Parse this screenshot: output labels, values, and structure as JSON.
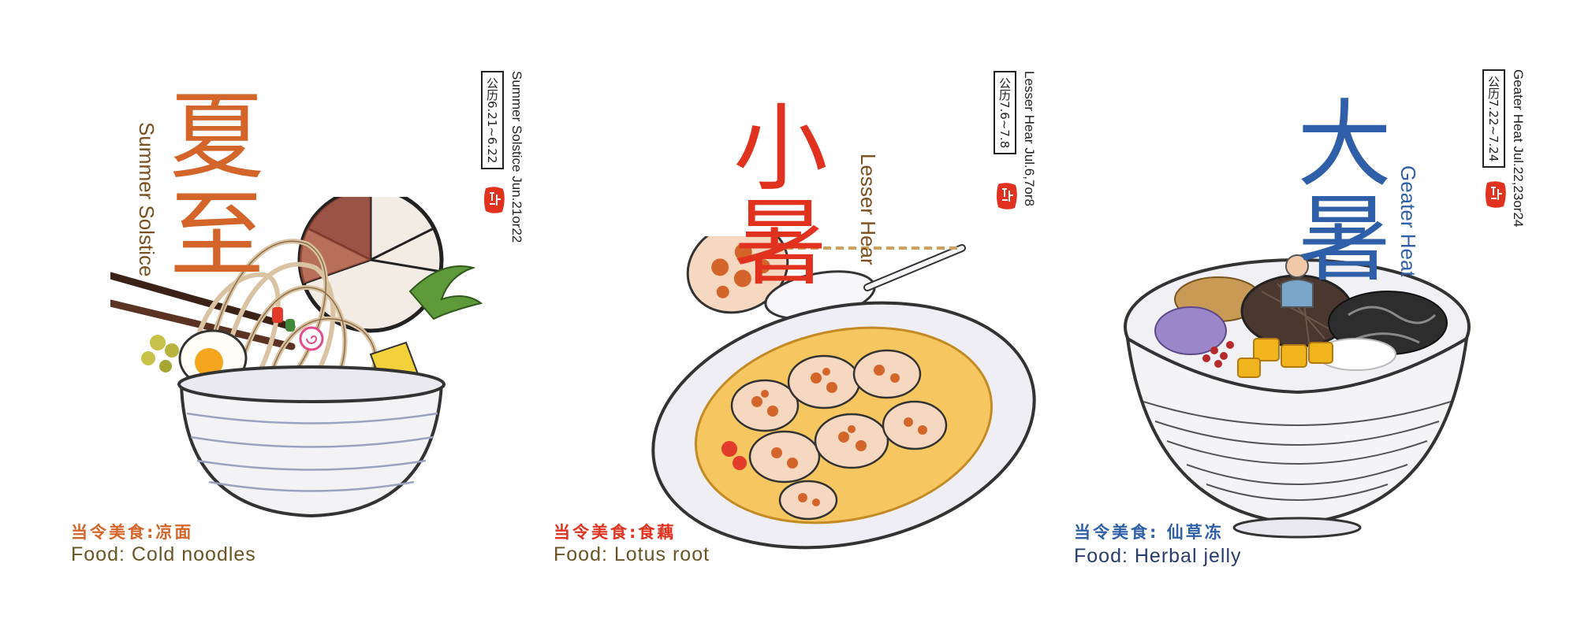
{
  "colors": {
    "orange": "#d4652a",
    "red": "#e0321f",
    "blue": "#2e5fa8",
    "olive": "#6b5423",
    "navy": "#283d6b",
    "brown": "#7a4e1e"
  },
  "panels": [
    {
      "big_chars": [
        "夏",
        "至"
      ],
      "en_vertical": "Summer Solstice",
      "date_box": "公历6.21~6.22",
      "en_date": "Summer Solstice Jun.21or22",
      "food_cn": "当令美食:凉面",
      "food_en": "Food: Cold noodles",
      "icon": "cold-noodle-bowl-illustration"
    },
    {
      "big_chars": [
        "小",
        "暑"
      ],
      "en_vertical": "Lesser Hear",
      "date_box": "公历7.6~7.8",
      "en_date": "Lesser Hear Jul.6,7or8",
      "food_cn": "当令美食:食藕",
      "food_en": "Food: Lotus root",
      "icon": "lotus-root-plate-illustration"
    },
    {
      "big_chars": [
        "大",
        "暑"
      ],
      "en_vertical": "Geater Heat",
      "date_box": "公历7.22~7.24",
      "en_date": "Geater Heat Jul.22,23or24",
      "food_cn": "当令美食: 仙草冻",
      "food_en": "Food: Herbal jelly",
      "icon": "herbal-jelly-bowl-illustration"
    }
  ]
}
